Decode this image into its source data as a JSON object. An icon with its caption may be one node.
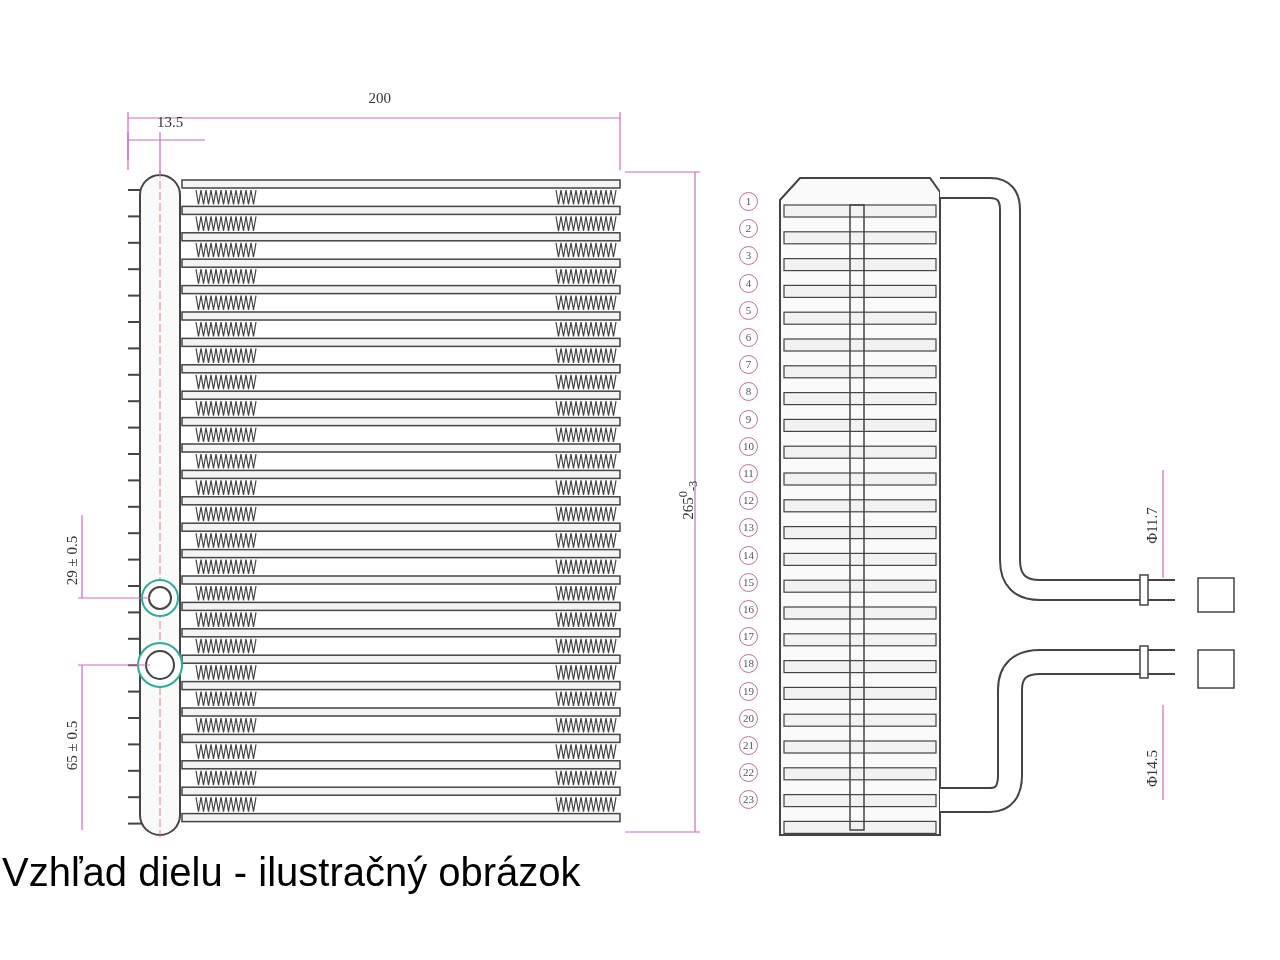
{
  "diagram": {
    "caption": "Vzhľad dielu - ilustračný obrázok",
    "labels": [
      "200",
      "13.5",
      "265$^{0}$$_{-3}$",
      "29 ± 0.5",
      "65 ± 0.5",
      "1",
      "2",
      "3",
      "4",
      "5",
      "6",
      "7",
      "8",
      "9",
      "10",
      "11",
      "12",
      "13",
      "14",
      "15",
      "16",
      "17",
      "18",
      "19",
      "20",
      "21",
      "22",
      "23",
      "Φ11.7",
      "Φ14.5"
    ]
  }
}
